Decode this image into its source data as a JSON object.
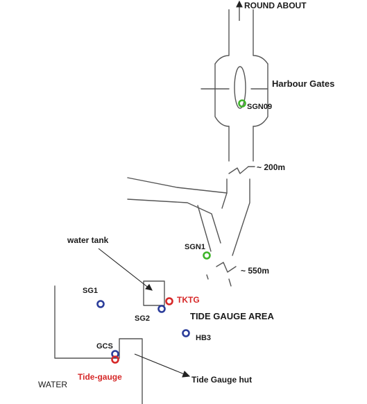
{
  "labels": {
    "round_about": "ROUND ABOUT",
    "harbour_gates": "Harbour Gates",
    "dist_200": "~ 200m",
    "dist_550": "~ 550m",
    "water_tank": "water tank",
    "tide_gauge_area": "TIDE GAUGE AREA",
    "tide_gauge_hut": "Tide Gauge hut",
    "water": "WATER"
  },
  "stations": [
    {
      "id": "SGN09",
      "label": "SGN09",
      "color": "#3fb52a"
    },
    {
      "id": "SGN1",
      "label": "SGN1",
      "color": "#3fb52a"
    },
    {
      "id": "TKTG",
      "label": "TKTG",
      "color": "#d62828"
    },
    {
      "id": "SG1",
      "label": "SG1",
      "color": "#2b3d9a"
    },
    {
      "id": "SG2",
      "label": "SG2",
      "color": "#2b3d9a"
    },
    {
      "id": "HB3",
      "label": "HB3",
      "color": "#2b3d9a"
    },
    {
      "id": "GCS",
      "label": "GCS",
      "color": "#2b3d9a"
    },
    {
      "id": "Tide-gauge",
      "label": "Tide-gauge",
      "color": "#d62828"
    }
  ]
}
